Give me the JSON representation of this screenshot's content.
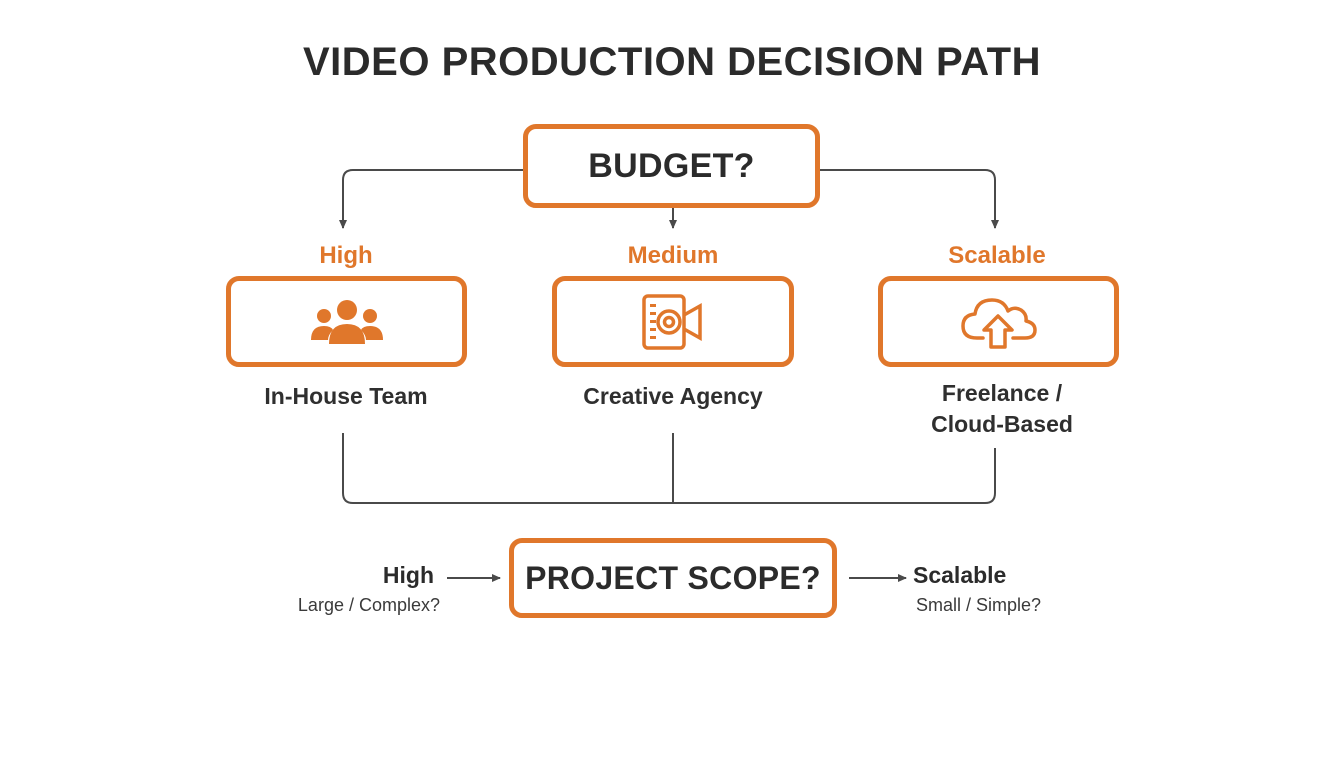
{
  "title": "VIDEO PRODUCTION DECISION PATH",
  "colors": {
    "accent": "#e0772b",
    "text": "#2b2b2b",
    "line": "#4a4a4a"
  },
  "budget": {
    "label": "BUDGET?"
  },
  "branches": [
    {
      "level": "High",
      "option": "In-House Team",
      "icon": "team-icon"
    },
    {
      "level": "Medium",
      "option": "Creative Agency",
      "icon": "video-camera-icon"
    },
    {
      "level": "Scalable",
      "option_line1": "Freelance /",
      "option_line2": "Cloud-Based",
      "icon": "cloud-upload-icon"
    }
  ],
  "scope": {
    "label": "PROJECT SCOPE?",
    "left": {
      "level": "High",
      "condition": "Large / Complex?"
    },
    "right": {
      "level": "Scalable",
      "condition": "Small / Simple?"
    }
  }
}
